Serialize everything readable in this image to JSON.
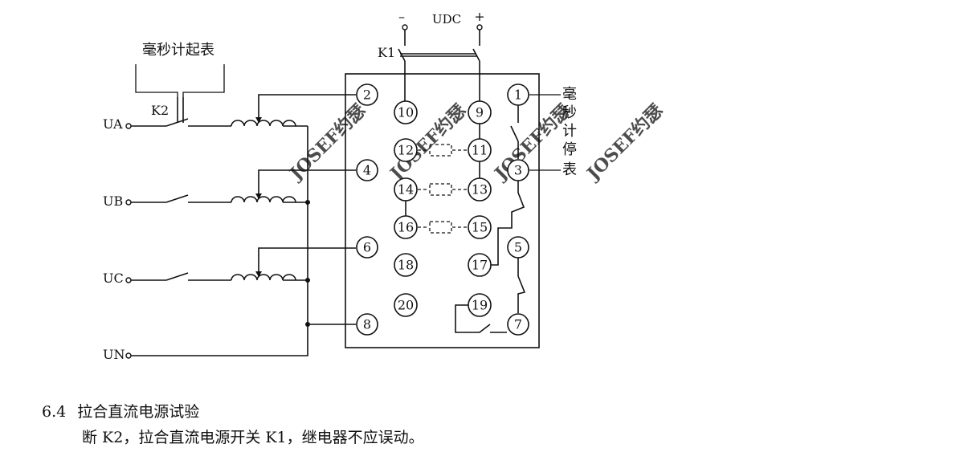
{
  "diagram": {
    "timer_start_label": "毫秒计起表",
    "timer_stop_label": [
      "毫",
      "秒",
      "计",
      "停",
      "表"
    ],
    "k1_label": "K1",
    "k2_label": "K2",
    "udc_label": "UDC",
    "udc_minus": "–",
    "udc_plus": "+",
    "phase_labels": [
      "UA",
      "UB",
      "UC",
      "UN"
    ],
    "terminals": [
      "1",
      "2",
      "3",
      "4",
      "5",
      "6",
      "7",
      "8",
      "9",
      "10",
      "11",
      "12",
      "13",
      "14",
      "15",
      "16",
      "17",
      "18",
      "19",
      "20"
    ],
    "watermark": "JOSEF约瑟"
  },
  "caption": {
    "section_number": "6.4",
    "section_title": "拉合直流电源试验",
    "body": "断 K2，拉合直流电源开关 K1，继电器不应误动。"
  }
}
